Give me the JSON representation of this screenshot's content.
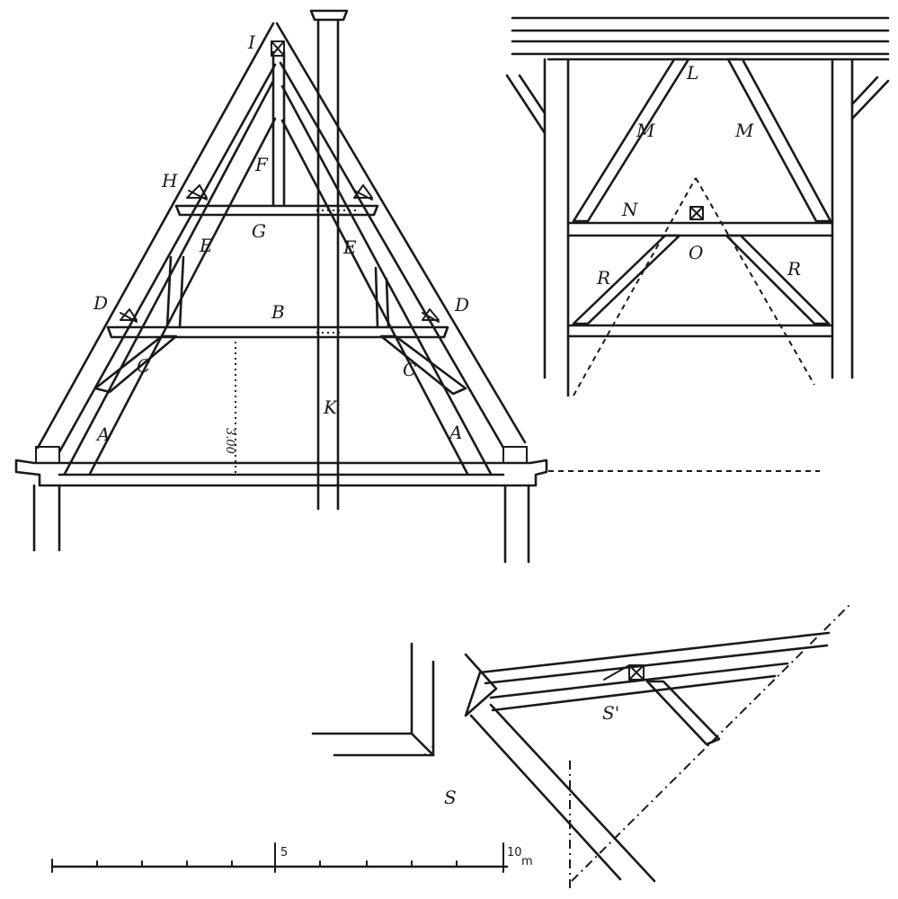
{
  "main_truss": {
    "labels": {
      "I": "I",
      "H": "H",
      "F": "F",
      "G": "G",
      "E_left": "E",
      "E_right": "E",
      "D_left": "D",
      "D_right": "D",
      "B": "B",
      "C_left": "C",
      "C_right": "C",
      "A_left": "A",
      "A_right": "A",
      "K": "K"
    },
    "dimension": "3.00"
  },
  "longitudinal_section": {
    "labels": {
      "L": "L",
      "M_left": "M",
      "M_right": "M",
      "N": "N",
      "O": "O",
      "R_left": "R",
      "R_right": "R"
    }
  },
  "plan_detail": {
    "labels": {
      "S": "S",
      "S_prime": "S'"
    }
  },
  "scale_bar": {
    "mid_label": "5",
    "end_label": "10",
    "unit": "m"
  }
}
